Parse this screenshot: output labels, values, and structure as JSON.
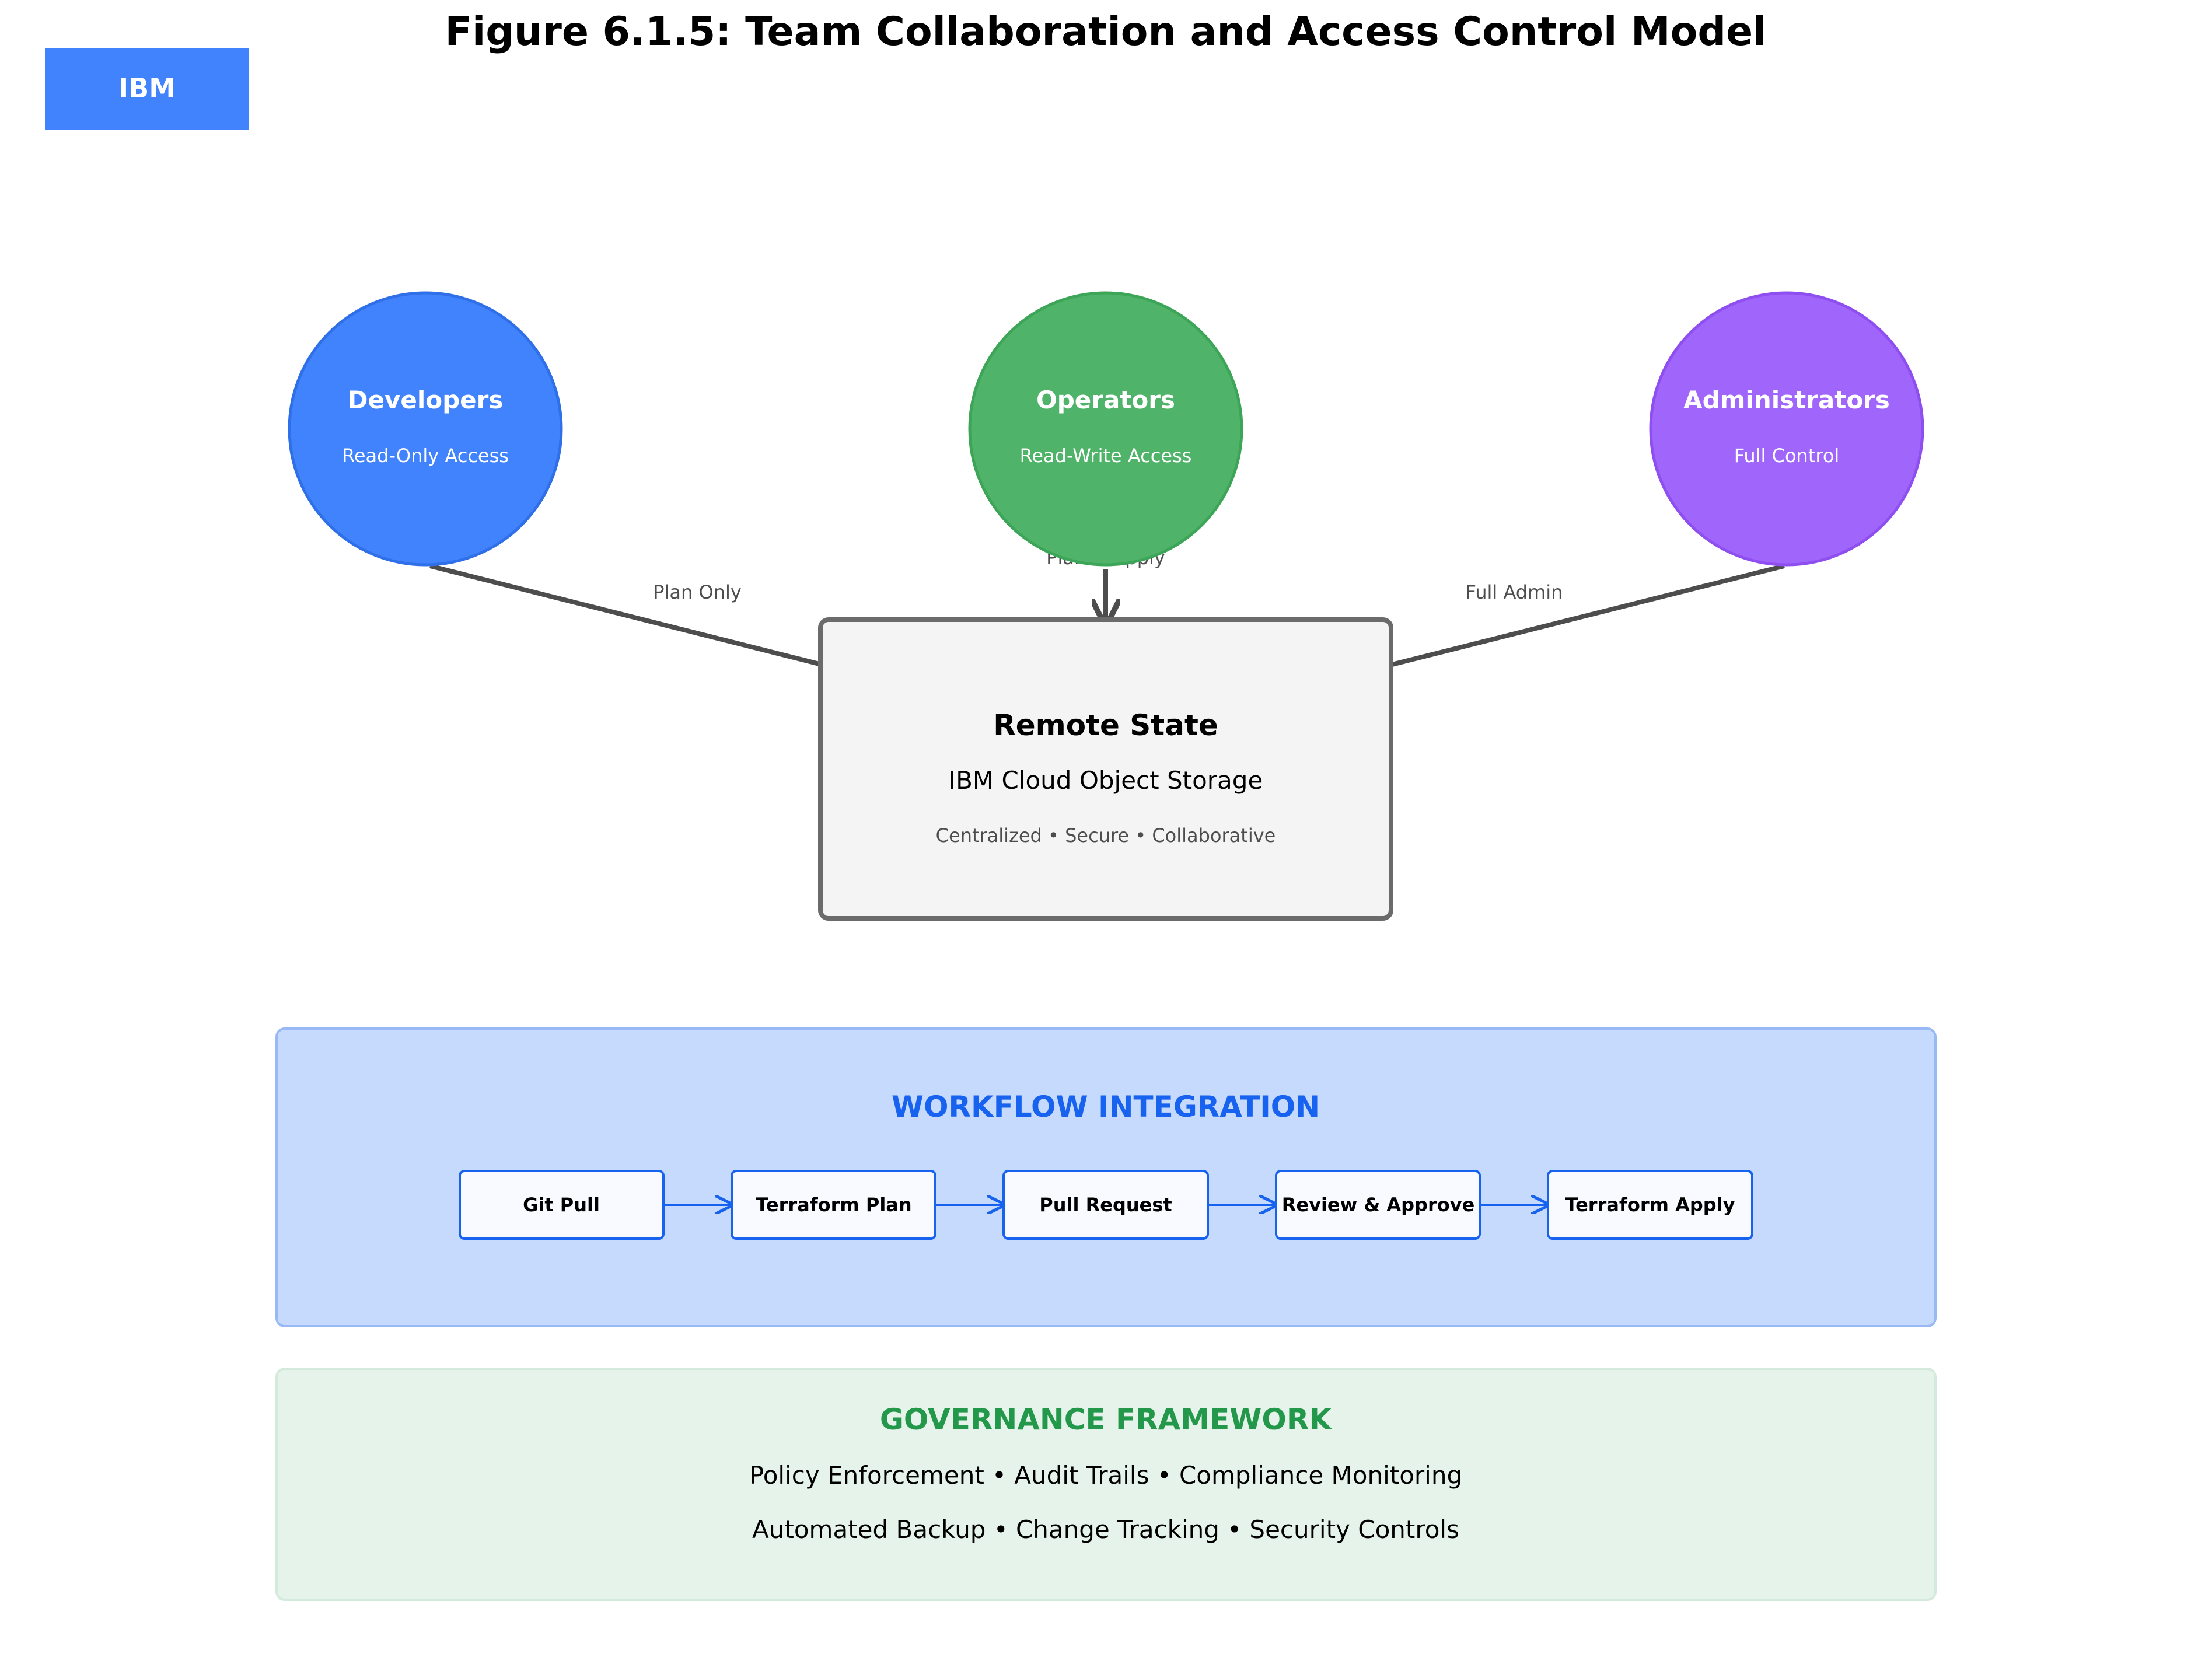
{
  "title": "Figure 6.1.5: Team Collaboration and Access Control Model",
  "logo": {
    "text": "IBM",
    "color": "#4182fd"
  },
  "roles": [
    {
      "name": "Developers",
      "access": "Read-Only Access",
      "fill": "#4182fd",
      "stroke": "#2f6fe8",
      "arrow_label": "Plan Only"
    },
    {
      "name": "Operators",
      "access": "Read-Write Access",
      "fill": "#50b36a",
      "stroke": "#3da557",
      "arrow_label": "Plan & Apply"
    },
    {
      "name": "Administrators",
      "access": "Full Control",
      "fill": "#a066fb",
      "stroke": "#8f4ff0",
      "arrow_label": "Full Admin"
    }
  ],
  "remote_state": {
    "title": "Remote State",
    "subtitle": "IBM Cloud Object Storage",
    "tagline": "Centralized • Secure • Collaborative"
  },
  "workflow": {
    "title": "WORKFLOW INTEGRATION",
    "title_color": "#1862f0",
    "steps": [
      "Git Pull",
      "Terraform Plan",
      "Pull Request",
      "Review & Approve",
      "Terraform Apply"
    ]
  },
  "governance": {
    "title": "GOVERNANCE FRAMEWORK",
    "title_color": "#23974a",
    "lines": [
      "Policy Enforcement • Audit Trails • Compliance Monitoring",
      "Automated Backup • Change Tracking • Security Controls"
    ]
  }
}
